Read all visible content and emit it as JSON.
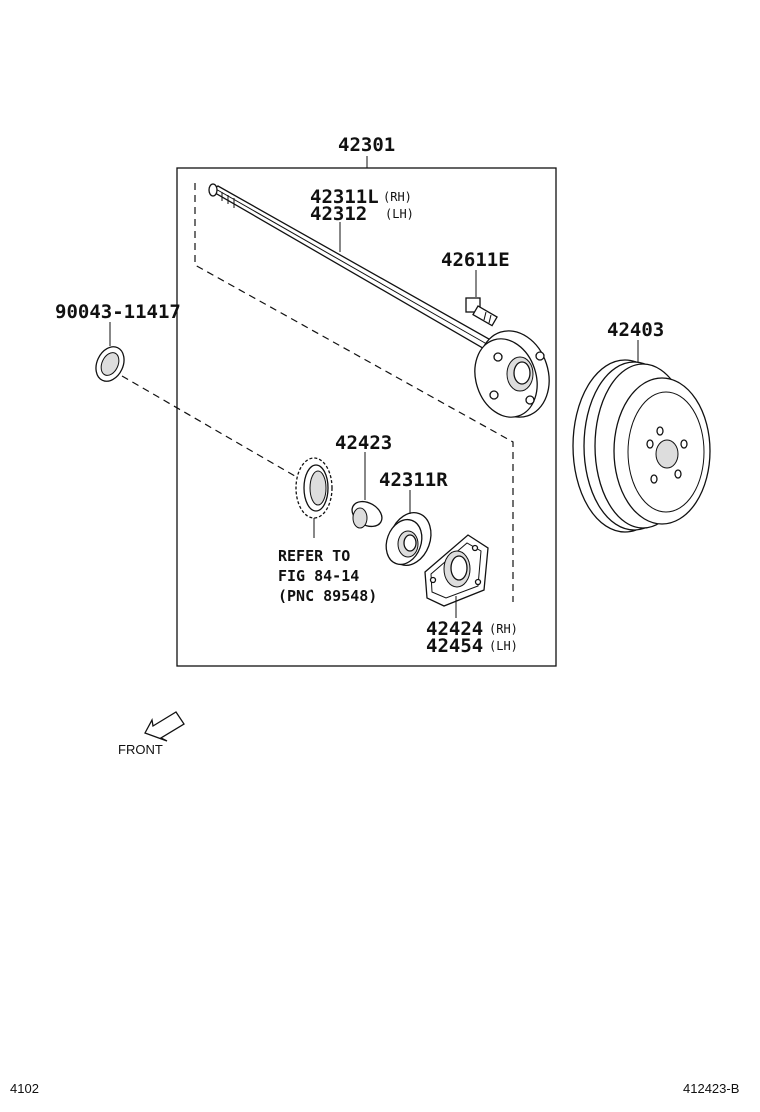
{
  "parts": {
    "assembly": "42301",
    "axle_shaft_rh": "42311L",
    "axle_shaft_rh_note": "(RH)",
    "axle_shaft_lh": "42312",
    "axle_shaft_lh_note": "(LH)",
    "hub_bolt": "42611E",
    "oil_seal": "90043-11417",
    "brake_drum": "42403",
    "bearing_retainer": "42423",
    "bearing": "42311R",
    "plate_rh": "42424",
    "plate_rh_note": "(RH)",
    "plate_lh": "42454",
    "plate_lh_note": "(LH)"
  },
  "reference": {
    "line1": "REFER TO",
    "line2": "FIG 84-14",
    "line3": "(PNC 89548)"
  },
  "front_label": "FRONT",
  "footer": {
    "left": "4102",
    "right": "412423-B"
  }
}
